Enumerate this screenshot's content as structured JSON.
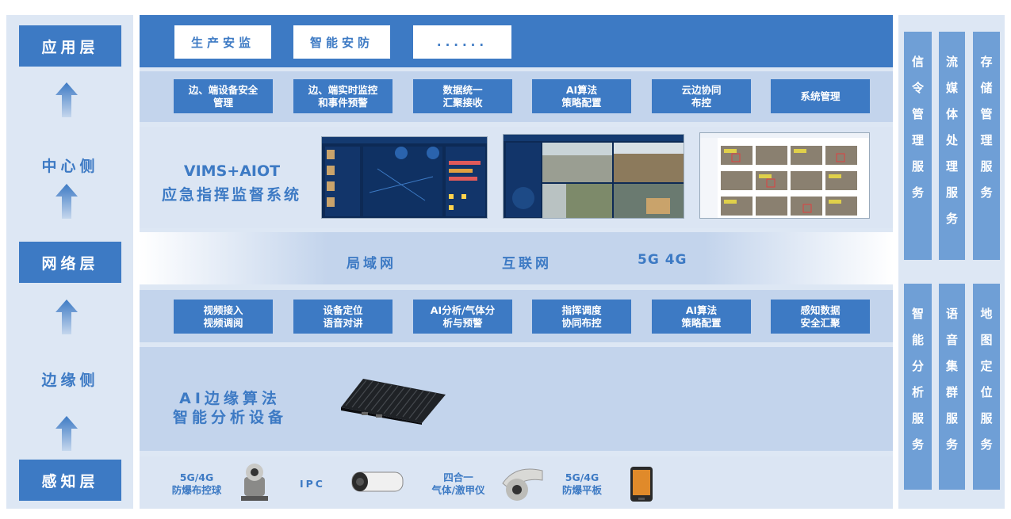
{
  "left_column": {
    "application_layer": "应用层",
    "center_side": "中心侧",
    "network_layer": "网络层",
    "edge_side": "边缘侧",
    "perception_layer": "感知层"
  },
  "application_row": {
    "items": [
      "生产安监",
      "智能安防",
      "......"
    ]
  },
  "center_functions": [
    "边、端设备安全\n管理",
    "边、端实时监控\n和事件预警",
    "数据统一\n汇聚接收",
    "AI算法\n策略配置",
    "云边协同\n布控",
    "系统管理"
  ],
  "platform": {
    "title_line1": "VIMS+AIOT",
    "title_line2": "应急指挥监督系统"
  },
  "network": {
    "items": [
      "局域网",
      "互联网",
      "5G 4G"
    ]
  },
  "edge_functions": [
    "视频接入\n视频调阅",
    "设备定位\n语音对讲",
    "AI分析/气体分\n析与预警",
    "指挥调度\n协同布控",
    "AI算法\n策略配置",
    "感知数据\n安全汇聚"
  ],
  "edge_device": {
    "title_line1": "AI边缘算法",
    "title_line2": "智能分析设备"
  },
  "devices": {
    "ptz": "5G/4G\n防爆布控球",
    "ipc": "IPC",
    "gas": "四合一\n气体/激甲仪",
    "tablet": "5G/4G\n防爆平板"
  },
  "services_top": [
    [
      "信",
      "令",
      "管",
      "理",
      "服",
      "务"
    ],
    [
      "流",
      "媒",
      "体",
      "处",
      "理",
      "服",
      "务"
    ],
    [
      "存",
      "储",
      "管",
      "理",
      "服",
      "务"
    ]
  ],
  "services_bottom": [
    [
      "智",
      "能",
      "分",
      "析",
      "服",
      "务"
    ],
    [
      "语",
      "音",
      "集",
      "群",
      "服",
      "务"
    ],
    [
      "地",
      "图",
      "定",
      "位",
      "服",
      "务"
    ]
  ],
  "colors": {
    "primary": "#3d7ac4",
    "light_band": "#c3d4ec",
    "panel_bg": "#dde7f4",
    "service": "#6f9fd6"
  }
}
